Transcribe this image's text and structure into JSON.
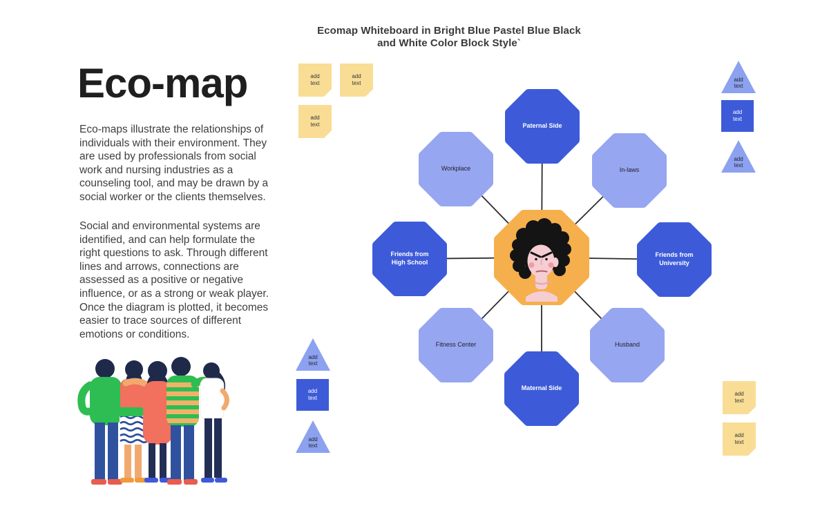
{
  "page": {
    "title": "Ecomap Whiteboard in Bright Blue Pastel Blue Black and White Color Block Style`"
  },
  "article": {
    "heading": "Eco-map",
    "paragraph_1": "Eco-maps illustrate the relationships of individuals with their environment. They are used by professionals from social work and nursing industries as a counseling tool, and may be drawn by a social worker or the clients themselves.",
    "paragraph_2": "Social and environmental systems are identified, and can help formulate the right questions to ask. Through different lines and arrows, connections are assessed as a positive or negative influence, or as a strong or weak player. Once the diagram is plotted, it becomes easier to trace sources of different emotions or conditions."
  },
  "ecomap": {
    "nodes": [
      {
        "label": "Paternal Side",
        "style": "bright-blue",
        "position": "top"
      },
      {
        "label": "In-laws",
        "style": "pastel-blue",
        "position": "top-right"
      },
      {
        "label": "Friends from University",
        "style": "bright-blue",
        "position": "right"
      },
      {
        "label": "Husband",
        "style": "pastel-blue",
        "position": "bottom-right"
      },
      {
        "label": "Maternal Side",
        "style": "bright-blue",
        "position": "bottom"
      },
      {
        "label": "Fitness Center",
        "style": "pastel-blue",
        "position": "bottom-left"
      },
      {
        "label": "Friends from High School",
        "style": "bright-blue",
        "position": "left"
      },
      {
        "label": "Workplace",
        "style": "pastel-blue",
        "position": "top-left"
      }
    ]
  },
  "stickers": {
    "add_text_label": "add text"
  },
  "colors": {
    "bright_blue": "#3d5bd8",
    "pastel_blue": "#97a6f1",
    "triangle_blue": "#8ca1ef",
    "sticky_yellow": "#f9dd95",
    "center_orange": "#f6af4d",
    "connector": "#2b2b2b"
  }
}
